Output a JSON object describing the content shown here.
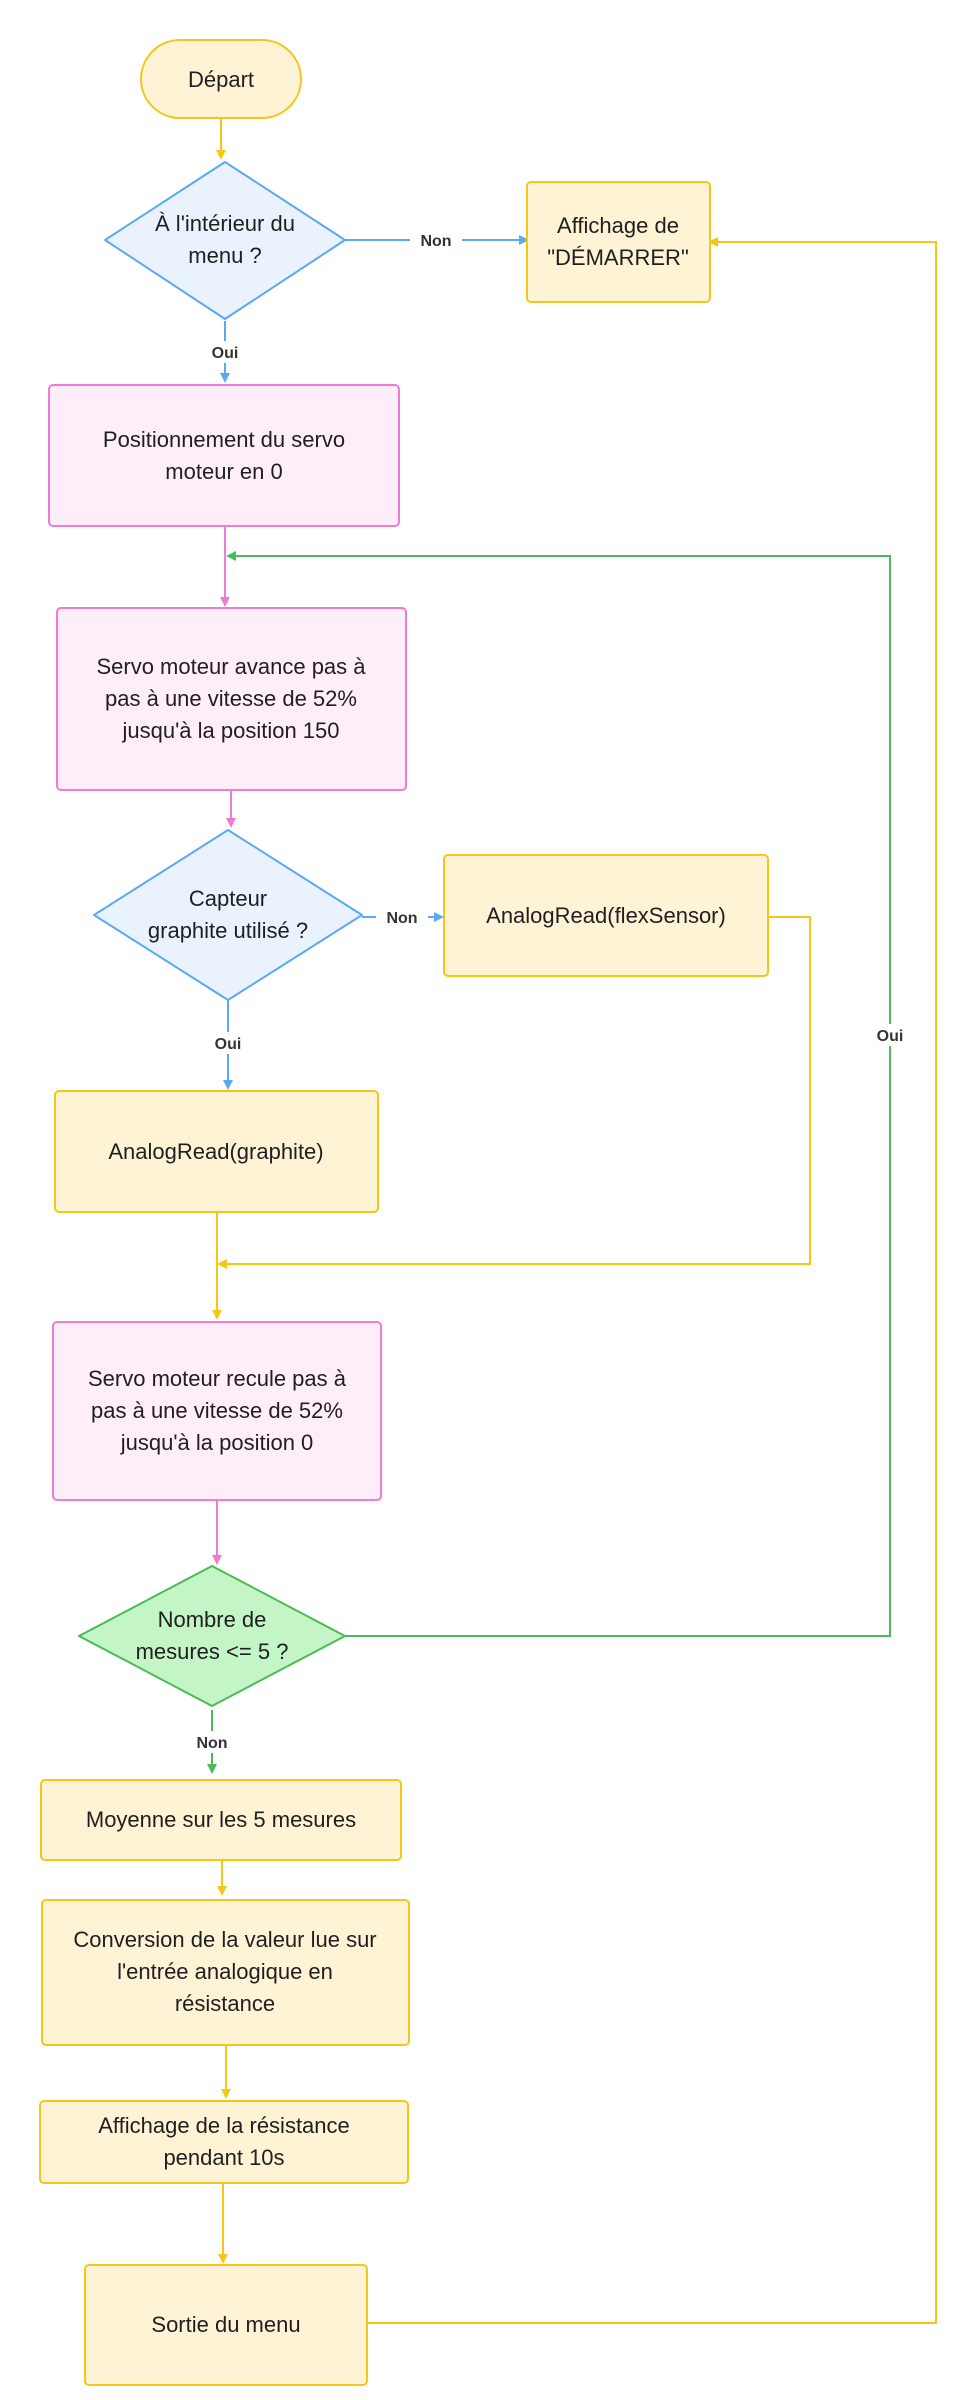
{
  "colors": {
    "yellow_fill": "#FFF3D6",
    "yellow_stroke": "#F5C518",
    "pink_fill": "#FDEEFA",
    "pink_stroke": "#F07AD6",
    "blue_fill": "#EAF3FD",
    "blue_stroke": "#5BA8F5",
    "green_fill": "#C3F5C6",
    "green_stroke": "#4CBB55"
  },
  "nodes": {
    "start": {
      "lines": [
        "Départ"
      ]
    },
    "in_menu": {
      "lines": [
        "À l'intérieur du",
        "menu ?"
      ]
    },
    "show_start": {
      "lines": [
        "Affichage de",
        "\"DÉMARRER\""
      ]
    },
    "servo_zero": {
      "lines": [
        "Positionnement du servo",
        "moteur en 0"
      ]
    },
    "servo_forward": {
      "lines": [
        "Servo moteur avance pas à",
        "pas à une vitesse de 52%",
        "jusqu'à la position 150"
      ]
    },
    "graphite_used": {
      "lines": [
        "Capteur",
        "graphite utilisé ?"
      ]
    },
    "read_flex": {
      "lines": [
        "AnalogRead(flexSensor)"
      ]
    },
    "read_graphite": {
      "lines": [
        "AnalogRead(graphite)"
      ]
    },
    "servo_back": {
      "lines": [
        "Servo moteur recule pas à",
        "pas à une vitesse de 52%",
        "jusqu'à la position 0"
      ]
    },
    "count_check": {
      "lines": [
        "Nombre de",
        "mesures <= 5 ?"
      ]
    },
    "average": {
      "lines": [
        "Moyenne sur les 5 mesures"
      ]
    },
    "convert": {
      "lines": [
        "Conversion de la valeur lue sur",
        "l'entrée analogique en",
        "résistance"
      ]
    },
    "show_res": {
      "lines": [
        "Affichage de la résistance",
        "pendant 10s"
      ]
    },
    "exit_menu": {
      "lines": [
        "Sortie du menu"
      ]
    }
  },
  "edges": {
    "in_menu_no": "Non",
    "in_menu_yes": "Oui",
    "graphite_no": "Non",
    "graphite_yes": "Oui",
    "count_yes": "Oui",
    "count_no": "Non"
  }
}
